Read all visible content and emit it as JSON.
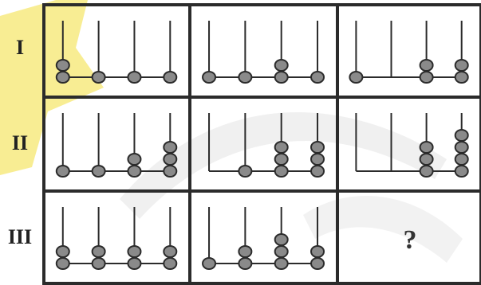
{
  "row_labels": [
    "I",
    "II",
    "III"
  ],
  "question_mark": "?",
  "colors": {
    "line": "#2b2b2b",
    "bead_fill": "#8a8a8a",
    "bead_stroke": "#2b2b2b",
    "watermark_yellow": "#f3df3a",
    "watermark_gray": "#dedede"
  },
  "abacus_grid": [
    [
      {
        "rods": [
          2,
          1,
          1,
          1
        ]
      },
      {
        "rods": [
          1,
          1,
          2,
          1
        ]
      },
      {
        "rods": [
          1,
          0,
          2,
          2
        ]
      }
    ],
    [
      {
        "rods": [
          1,
          1,
          2,
          3
        ]
      },
      {
        "rods": [
          0,
          1,
          3,
          3
        ]
      },
      {
        "rods": [
          0,
          0,
          3,
          4
        ]
      }
    ],
    [
      {
        "rods": [
          2,
          2,
          2,
          2
        ]
      },
      {
        "rods": [
          1,
          2,
          3,
          2
        ]
      },
      {
        "rods": null
      }
    ]
  ]
}
